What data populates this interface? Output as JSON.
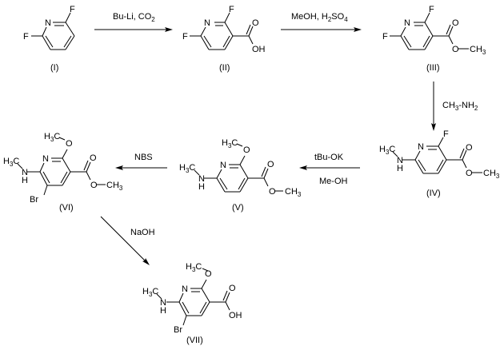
{
  "scheme": {
    "title": "",
    "compounds": [
      {
        "id": "I",
        "label": "(I)",
        "atoms": {
          "n": "N",
          "f1": "F",
          "f2": "F"
        }
      },
      {
        "id": "II",
        "label": "(II)",
        "atoms": {
          "n": "N",
          "f1": "F",
          "f2": "F",
          "o": "O",
          "oh": "OH"
        }
      },
      {
        "id": "III",
        "label": "(III)",
        "atoms": {
          "n": "N",
          "f1": "F",
          "f2": "F",
          "o": "O",
          "o2": "O",
          "me": "CH",
          "me_sub": "3"
        }
      },
      {
        "id": "IV",
        "label": "(IV)",
        "atoms": {
          "n": "N",
          "f": "F",
          "o": "O",
          "o2": "O",
          "me": "CH",
          "me_sub": "3",
          "nh": "N",
          "h": "H",
          "h3c": "H",
          "h3c_sub": "3",
          "h3c_c": "C"
        }
      },
      {
        "id": "V",
        "label": "(V)",
        "atoms": {
          "n": "N",
          "ome_o": "O",
          "o": "O",
          "o2": "O",
          "me": "CH",
          "me_sub": "3",
          "nh": "N",
          "h": "H",
          "h3c": "H",
          "h3c_sub": "3",
          "h3c_c": "C"
        }
      },
      {
        "id": "VI",
        "label": "(VI)",
        "atoms": {
          "n": "N",
          "ome_o": "O",
          "o": "O",
          "o2": "O",
          "me": "CH",
          "me_sub": "3",
          "nh": "N",
          "h": "H",
          "h3c": "H",
          "h3c_sub": "3",
          "h3c_c": "C",
          "br": "Br"
        }
      },
      {
        "id": "VII",
        "label": "(VII)",
        "atoms": {
          "n": "N",
          "ome_o": "O",
          "o": "O",
          "oh": "OH",
          "nh": "N",
          "h": "H",
          "h3c": "H",
          "h3c_sub": "3",
          "h3c_c": "C",
          "br": "Br"
        }
      }
    ],
    "reactions": [
      {
        "from": "I",
        "to": "II",
        "reagents_above": "Bu-Li,  CO",
        "reagents_above_sub": "2",
        "reagents_below": ""
      },
      {
        "from": "II",
        "to": "III",
        "reagents_above_pre": "MeOH,  H",
        "reagents_above_sub": "2",
        "reagents_above_mid": "SO",
        "reagents_above_sub2": "4",
        "reagents_below": ""
      },
      {
        "from": "III",
        "to": "IV",
        "reagent_pre": "CH",
        "reagent_sub": "3",
        "reagent_mid": "-NH",
        "reagent_sub2": "2"
      },
      {
        "from": "IV",
        "to": "V",
        "reagents_above": "tBu-OK",
        "reagents_below": "Me-OH"
      },
      {
        "from": "V",
        "to": "VI",
        "reagents_above": "NBS",
        "reagents_below": ""
      },
      {
        "from": "VI",
        "to": "VII",
        "reagents_above": "NaOH",
        "reagents_below": ""
      }
    ]
  }
}
